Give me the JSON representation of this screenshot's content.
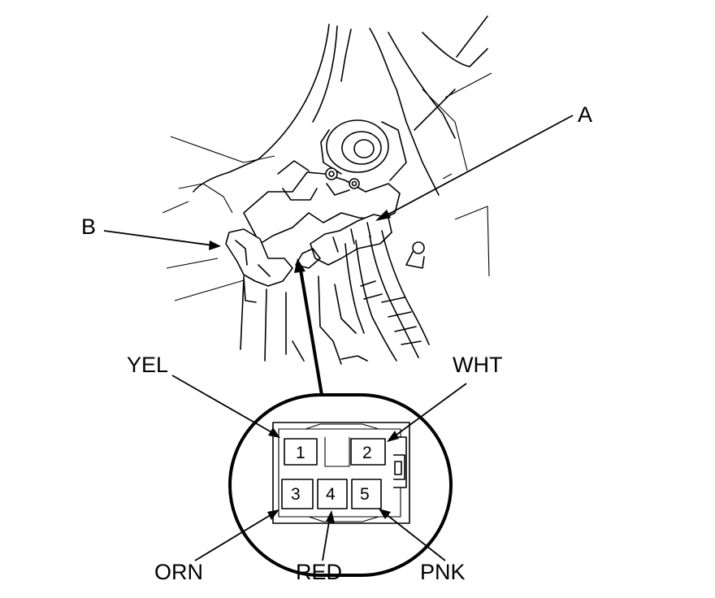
{
  "callouts": {
    "a": "A",
    "b": "B"
  },
  "wire_colors": {
    "yel": "YEL",
    "wht": "WHT",
    "orn": "ORN",
    "red": "RED",
    "pnk": "PNK"
  },
  "pins": [
    "1",
    "2",
    "3",
    "4",
    "5"
  ]
}
